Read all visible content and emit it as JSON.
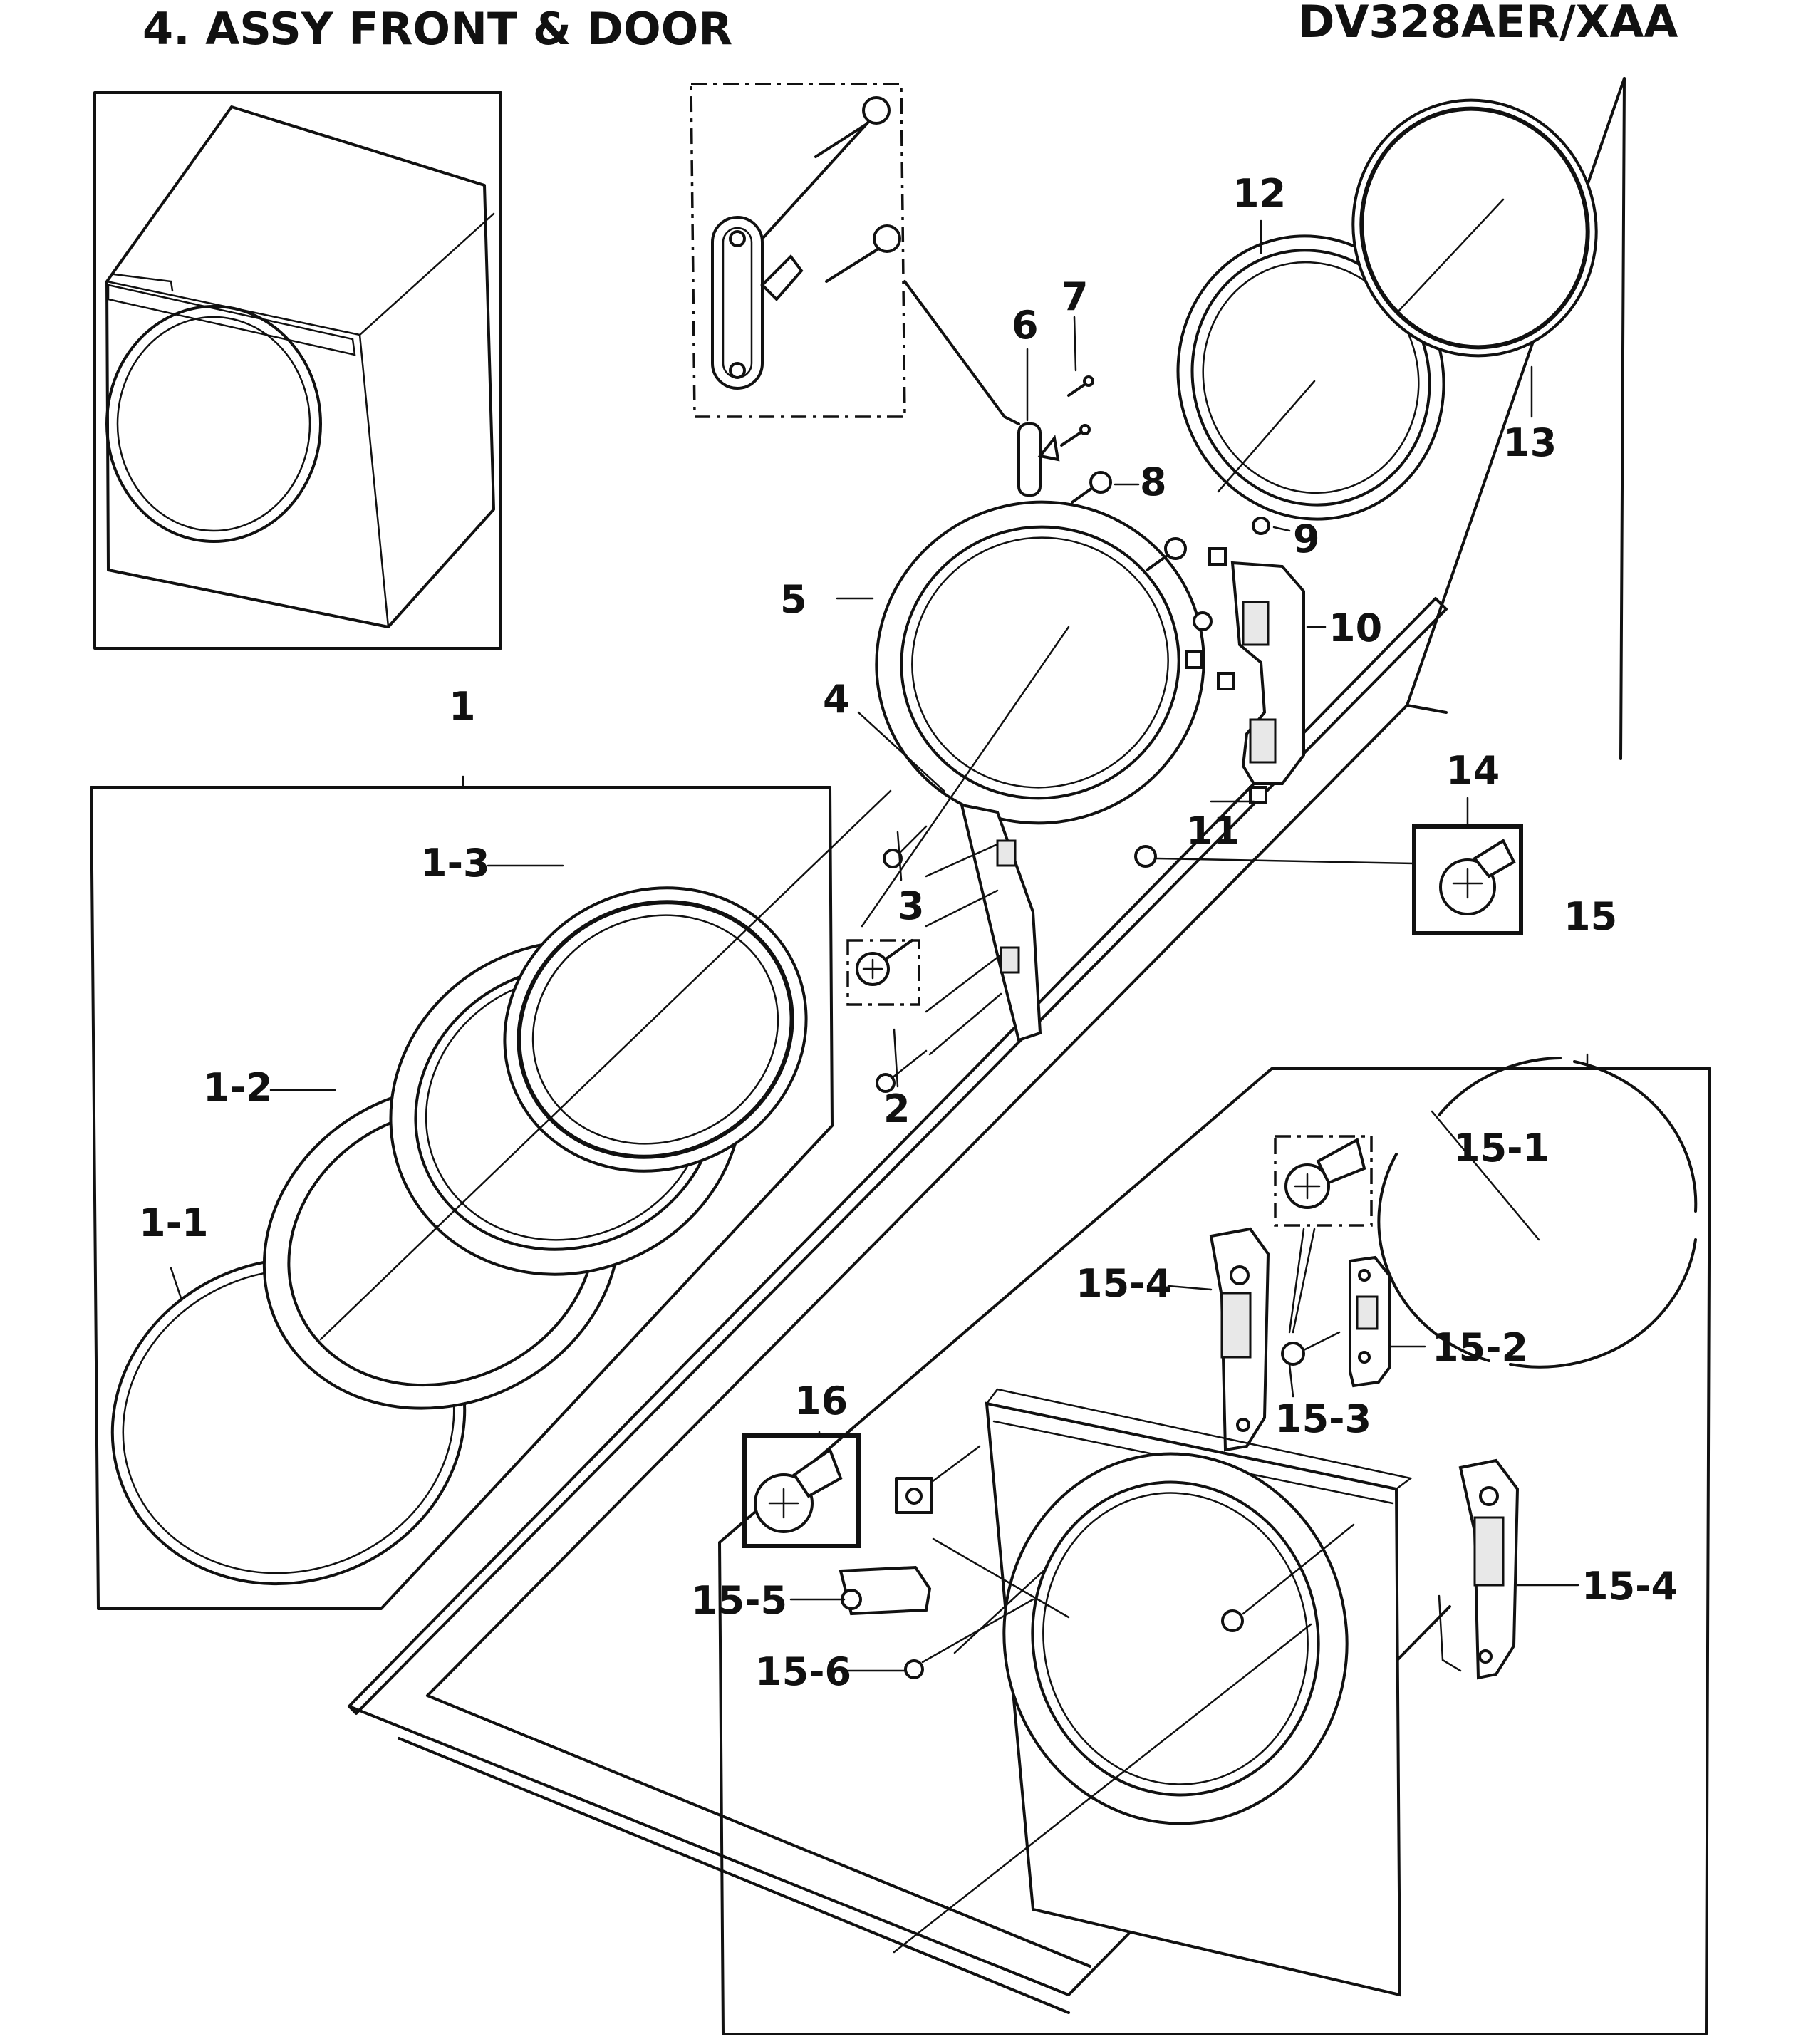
{
  "header": {
    "section_title": "4. ASSY FRONT & DOOR",
    "model_number": "DV328AER/XAA"
  },
  "callouts": {
    "c1": "1",
    "c1_1": "1-1",
    "c1_2": "1-2",
    "c1_3": "1-3",
    "c2": "2",
    "c3": "3",
    "c4": "4",
    "c5": "5",
    "c6": "6",
    "c7": "7",
    "c8": "8",
    "c9": "9",
    "c10": "10",
    "c11": "11",
    "c12": "12",
    "c13": "13",
    "c14": "14",
    "c15": "15",
    "c15_1": "15-1",
    "c15_2": "15-2",
    "c15_3": "15-3",
    "c15_4a": "15-4",
    "c15_4b": "15-4",
    "c15_5": "15-5",
    "c15_6": "15-6",
    "c16": "16"
  },
  "colors": {
    "ink": "#111111",
    "paper": "#ffffff"
  },
  "icons": [
    "screw-icon",
    "screw-head-icon",
    "hinge-icon"
  ]
}
